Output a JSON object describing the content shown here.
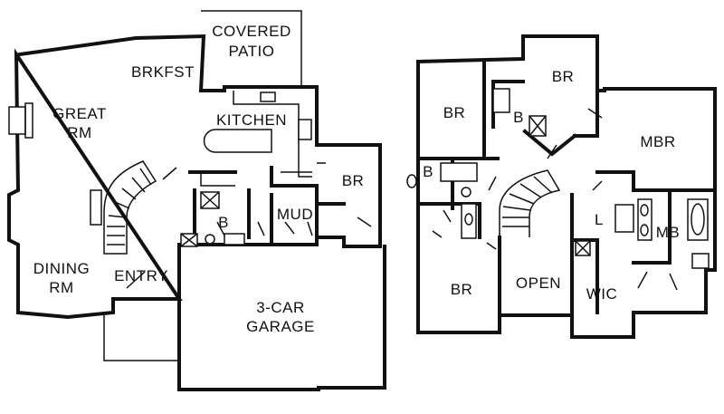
{
  "rooms": {
    "covered_patio_line1": "COVERED",
    "covered_patio_line2": "PATIO",
    "brkfst": "BRKFST",
    "great_rm_line1": "GREAT",
    "great_rm_line2": "RM",
    "kitchen": "KITCHEN",
    "bath_main": "B",
    "mud": "MUD",
    "br_main": "BR",
    "dining_line1": "DINING",
    "dining_line2": "RM",
    "entry": "ENTRY",
    "garage_line1": "3-CAR",
    "garage_line2": "GARAGE",
    "br_upper_left": "BR",
    "br_upper_top": "BR",
    "bath_upper_top": "B",
    "bath_upper_left": "B",
    "mbr": "MBR",
    "linen": "L",
    "mb": "MB",
    "br_upper_bottom": "BR",
    "open": "OPEN",
    "wic": "WIC"
  }
}
